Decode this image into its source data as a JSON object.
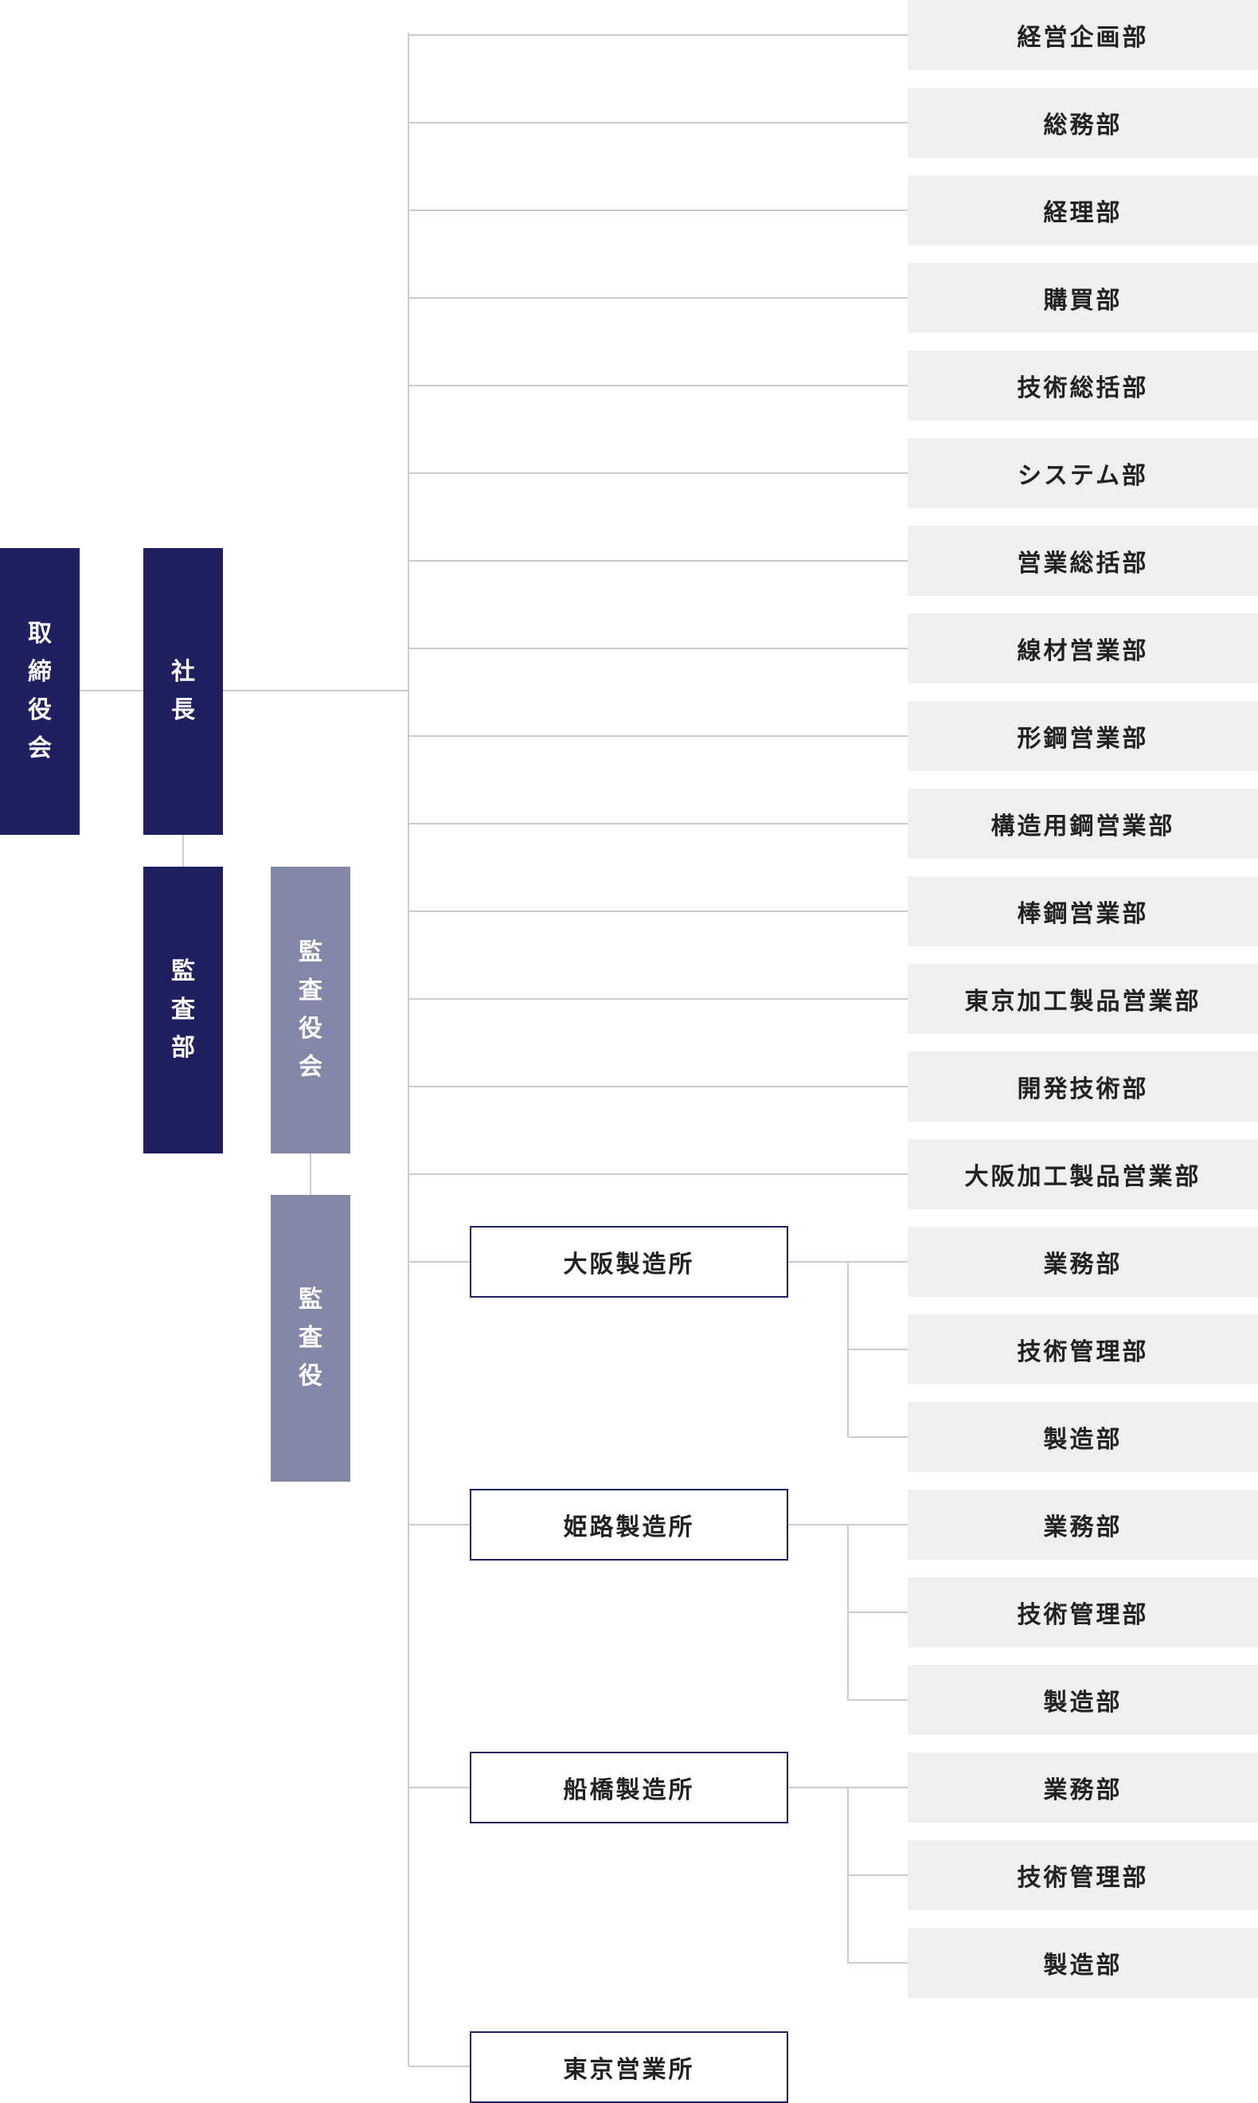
{
  "top_boxes": {
    "board": "取締役会",
    "president": "社長",
    "audit_dept": "監査部",
    "audit_board": "監査役会",
    "auditor": "監査役"
  },
  "departments": [
    "経営企画部",
    "総務部",
    "経理部",
    "購買部",
    "技術総括部",
    "システム部",
    "営業総括部",
    "線材営業部",
    "形鋼営業部",
    "構造用鋼営業部",
    "棒鋼営業部",
    "東京加工製品営業部",
    "開発技術部",
    "大阪加工製品営業部"
  ],
  "plants": [
    {
      "name": "大阪製造所",
      "subs": [
        "業務部",
        "技術管理部",
        "製造部"
      ]
    },
    {
      "name": "姫路製造所",
      "subs": [
        "業務部",
        "技術管理部",
        "製造部"
      ]
    },
    {
      "name": "船橋製造所",
      "subs": [
        "業務部",
        "技術管理部",
        "製造部"
      ]
    }
  ],
  "sales_office": "東京営業所",
  "colors": {
    "dark_navy": "#1f2060",
    "muted_navy": "#8488a8",
    "dept_bg": "#efefef",
    "connector": "#cccccc"
  }
}
